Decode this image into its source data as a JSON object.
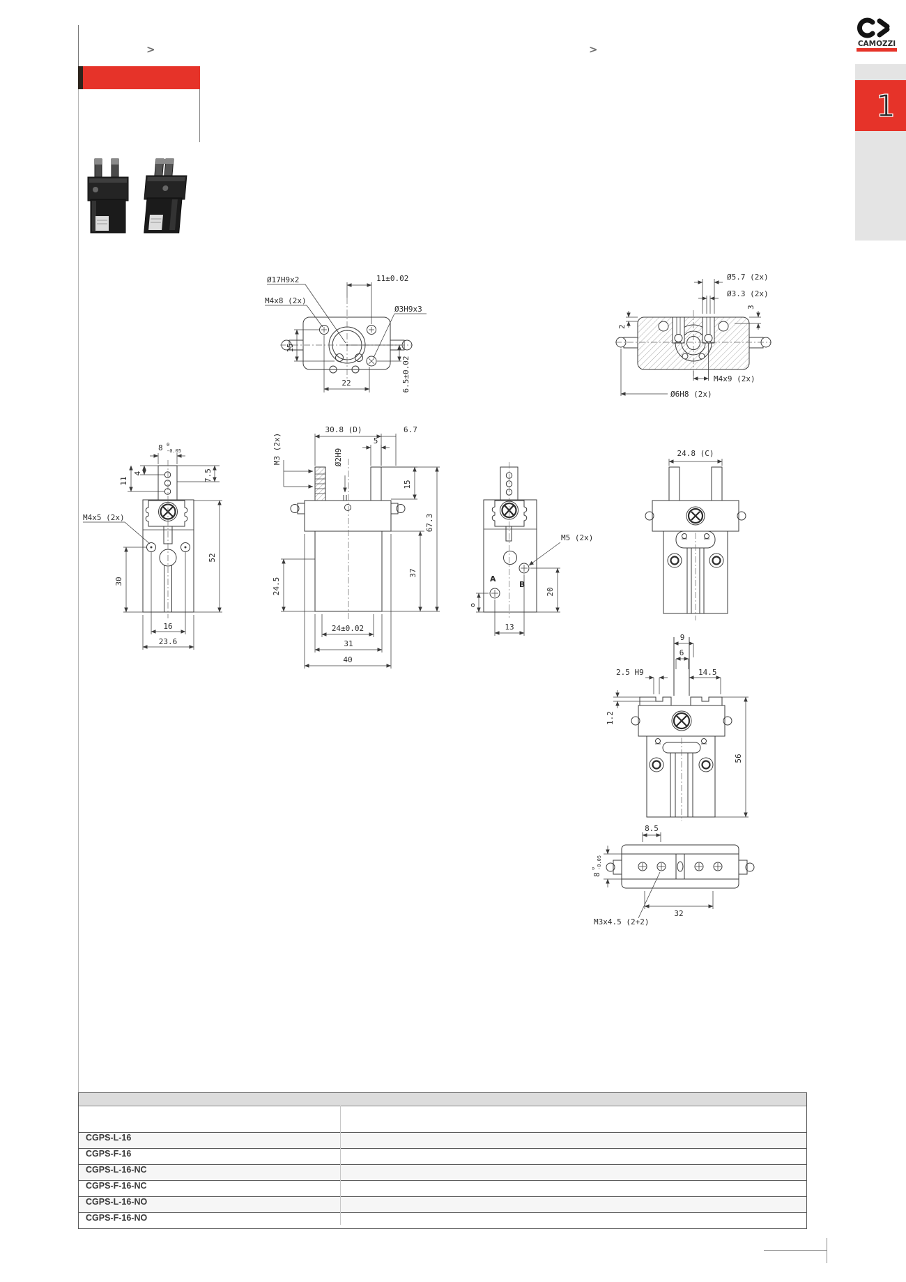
{
  "header": {
    "chevron_left": ">",
    "chevron_right": ">"
  },
  "brand": {
    "name": "CAMOZZI",
    "accent": "#e63329"
  },
  "side_tab": {
    "number": "1"
  },
  "photos": {
    "left": "cgps-gripper-open",
    "right": "cgps-gripper-closed"
  },
  "dims": {
    "d1": {
      "dia17": "Ø17H9x2",
      "m4x8": "M4x8 (2x)",
      "t11": "11±0.02",
      "dia3": "Ø3H9x3",
      "t15": "15",
      "t22": "22",
      "t65": "6.5±0.02"
    },
    "d2": {
      "dia57": "Ø5.7 (2x)",
      "dia33": "Ø3.3 (2x)",
      "t3": "3",
      "t2": "2",
      "m4x9": "M4x9 (2x)",
      "dia6": "Ø6H8 (2x)"
    },
    "d3": {
      "t8": "8",
      "tol0": "0",
      "tolm": "-0.05",
      "t4": "4",
      "t11": "11",
      "t75": "7.5",
      "m4x5": "M4x5 (2x)",
      "t30": "30",
      "t52": "52",
      "t16": "16",
      "t236": "23.6"
    },
    "d4": {
      "t308": "30.8 (D)",
      "t67": "6.7",
      "m3": "M3 (2x)",
      "dia2": "Ø2H9",
      "t5": "5",
      "t15": "15",
      "t673": "67.3",
      "t37": "37",
      "t245": "24.5",
      "t24": "24±0.02",
      "t31": "31",
      "t40": "40"
    },
    "d5": {
      "m5": "M5 (2x)",
      "a": "A",
      "b": "B",
      "t20": "20",
      "t8": "8",
      "t13": "13"
    },
    "d6": {
      "t248": "24.8 (C)"
    },
    "d7": {
      "t9": "9",
      "t6": "6",
      "t25": "2.5 H9",
      "t145": "14.5",
      "t12": "1.2",
      "t56": "56"
    },
    "d8": {
      "t85": "8.5",
      "t8": "8",
      "tol0": "0",
      "tolm": "-0.05",
      "m3x45": "M3x4.5 (2+2)",
      "t32": "32"
    }
  },
  "table": {
    "rows": [
      "CGPS-L-16",
      "CGPS-F-16",
      "CGPS-L-16-NC",
      "CGPS-F-16-NC",
      "CGPS-L-16-NO",
      "CGPS-F-16-NO"
    ]
  }
}
